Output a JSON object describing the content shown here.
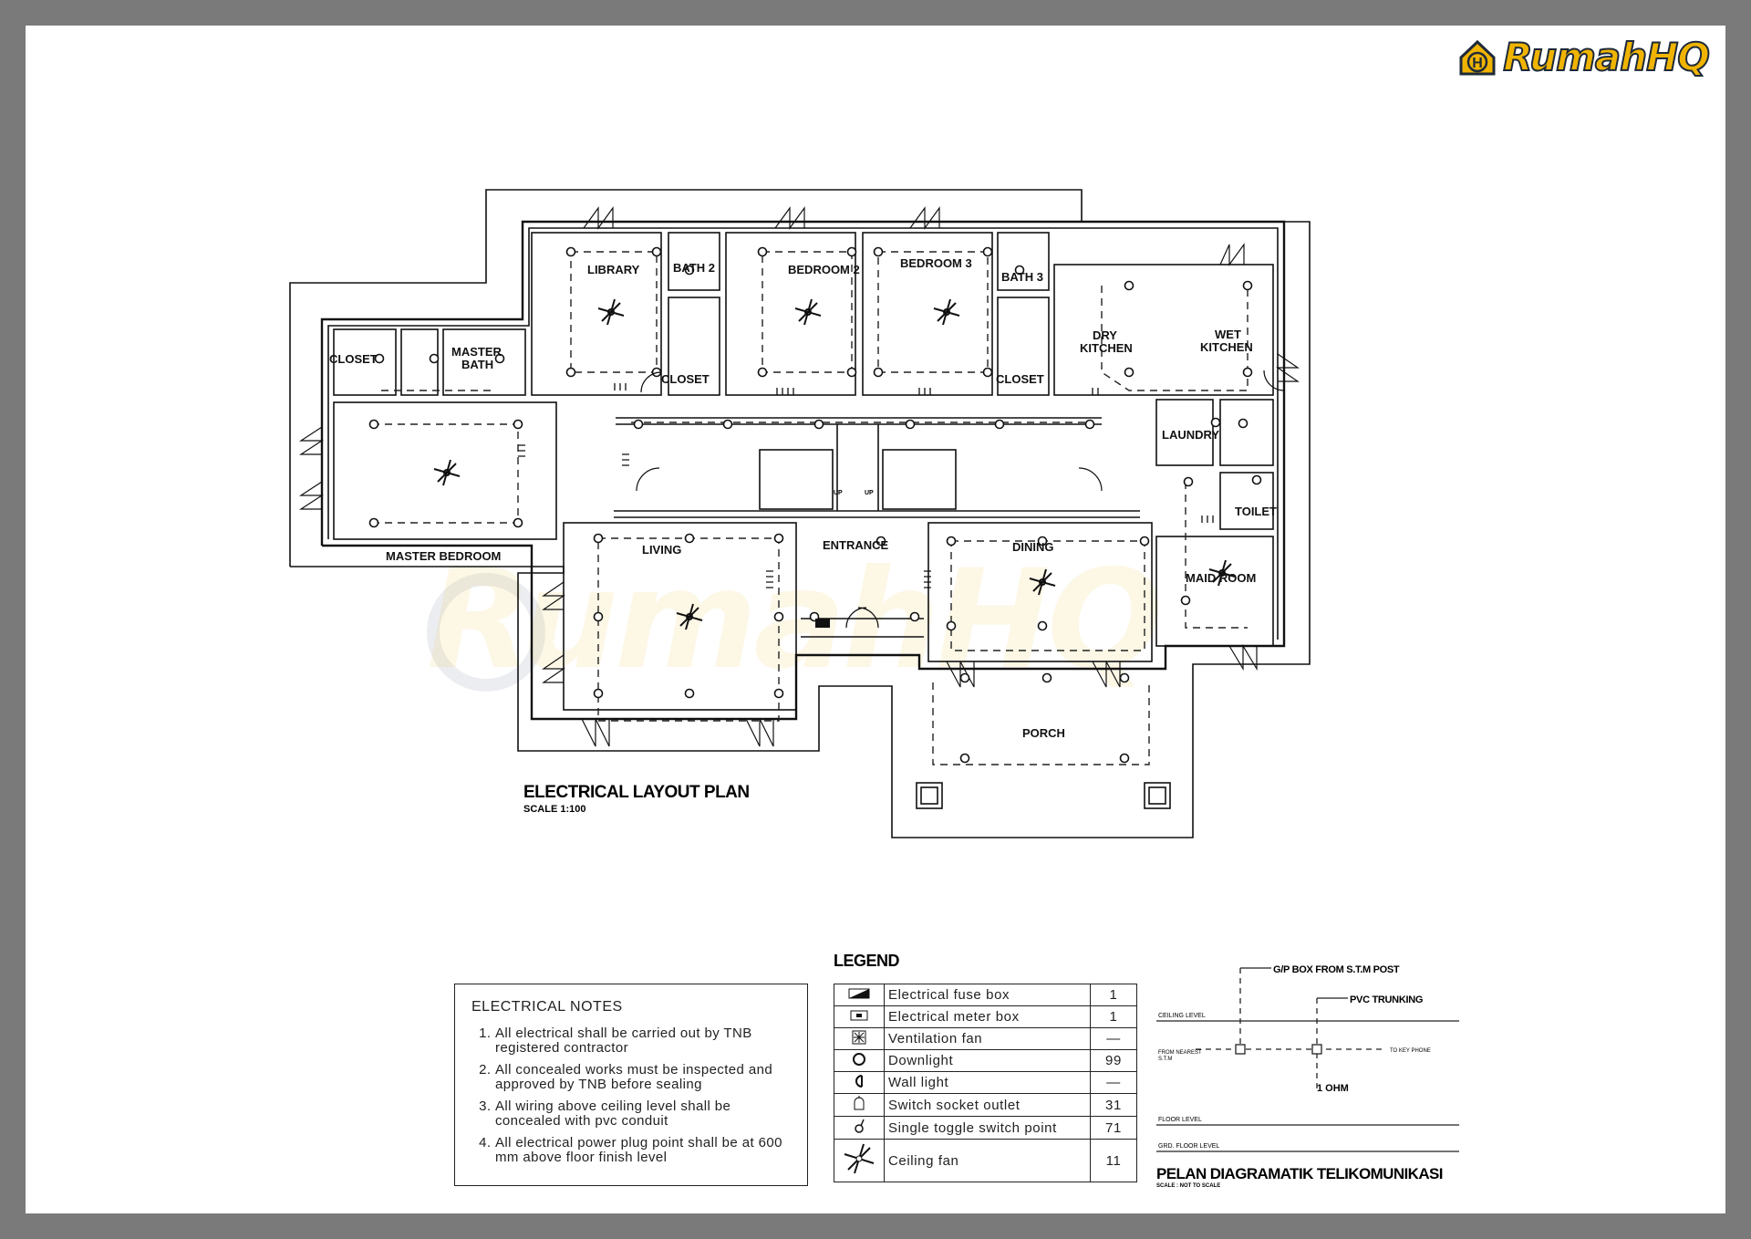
{
  "brand": {
    "name": "RumahHQ",
    "logo_glyph": "H"
  },
  "plan": {
    "title": "ELECTRICAL LAYOUT PLAN",
    "scale": "SCALE 1:100",
    "rooms": {
      "library": "LIBRARY",
      "bath2": "BATH 2",
      "bedroom2": "BEDROOM 2",
      "bedroom3": "BEDROOM 3",
      "bath3": "BATH 3",
      "closet_master": "CLOSET",
      "master_bath_1": "MASTER",
      "master_bath_2": "BATH",
      "closet_bed2": "CLOSET",
      "closet_bed3": "CLOSET",
      "dry_kitchen_1": "DRY",
      "dry_kitchen_2": "KITCHEN",
      "wet_kitchen_1": "WET",
      "wet_kitchen_2": "KITCHEN",
      "laundry": "LAUNDRY",
      "toilet": "TOILET",
      "maid_room": "MAID ROOM",
      "master_bedroom": "MASTER BEDROOM",
      "living": "LIVING",
      "entrance": "ENTRANCE",
      "dining": "DINING",
      "porch": "PORCH",
      "up1": "UP",
      "up2": "UP"
    }
  },
  "notes": {
    "title": "ELECTRICAL NOTES",
    "items": [
      "All electrical shall be carried out by TNB registered contractor",
      "All concealed works must be inspected and approved by TNB before sealing",
      "All wiring above ceiling level shall be concealed with pvc conduit",
      "All electrical power plug point shall be at 600 mm above floor finish level"
    ]
  },
  "legend": {
    "title": "LEGEND",
    "rows": [
      {
        "icon": "fuse-box-icon",
        "label": "Electrical fuse box",
        "qty": "1"
      },
      {
        "icon": "meter-box-icon",
        "label": "Electrical meter box",
        "qty": "1"
      },
      {
        "icon": "ventilation-fan-icon",
        "label": "Ventilation fan",
        "qty": "—"
      },
      {
        "icon": "downlight-icon",
        "label": "Downlight",
        "qty": "99"
      },
      {
        "icon": "wall-light-icon",
        "label": "Wall light",
        "qty": "—"
      },
      {
        "icon": "socket-outlet-icon",
        "label": "Switch socket outlet",
        "qty": "31"
      },
      {
        "icon": "toggle-switch-icon",
        "label": "Single toggle switch point",
        "qty": "71"
      },
      {
        "icon": "ceiling-fan-icon",
        "label": "Ceiling fan",
        "qty": "11"
      }
    ]
  },
  "telecom": {
    "gp_box": "G/P BOX FROM S.T.M POST",
    "pvc": "PVC TRUNKING",
    "ceiling": "CEILING LEVEL",
    "from_1": "FROM NEAREST",
    "from_2": "S.T.M",
    "to": "TO KEY PHONE",
    "ohm": "1 OHM",
    "floor": "FLOOR LEVEL",
    "grd": "GRD. FLOOR LEVEL",
    "title": "PELAN DIAGRAMATIK TELIKOMUNIKASI",
    "scale": "SCALE : NOT TO SCALE"
  }
}
